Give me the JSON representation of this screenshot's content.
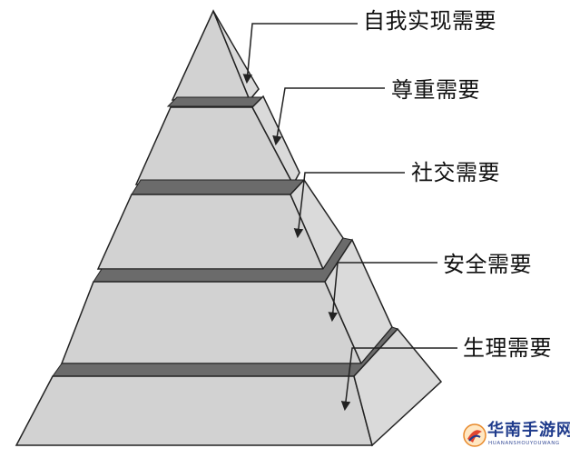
{
  "diagram": {
    "levels": [
      {
        "label": "自我实现需要"
      },
      {
        "label": "尊重需要"
      },
      {
        "label": "社交需要"
      },
      {
        "label": "安全需要"
      },
      {
        "label": "生理需要"
      }
    ]
  },
  "colors": {
    "face_front": "#d2d2d2",
    "face_side": "#dadada",
    "gap_band": "#6b6b6b",
    "outline": "#222222",
    "arrow": "#222222",
    "watermark_text": "#1f3b8c"
  },
  "watermark": {
    "title": "华南手游网",
    "subtitle": "HUANANSHOUYOUWANG"
  }
}
